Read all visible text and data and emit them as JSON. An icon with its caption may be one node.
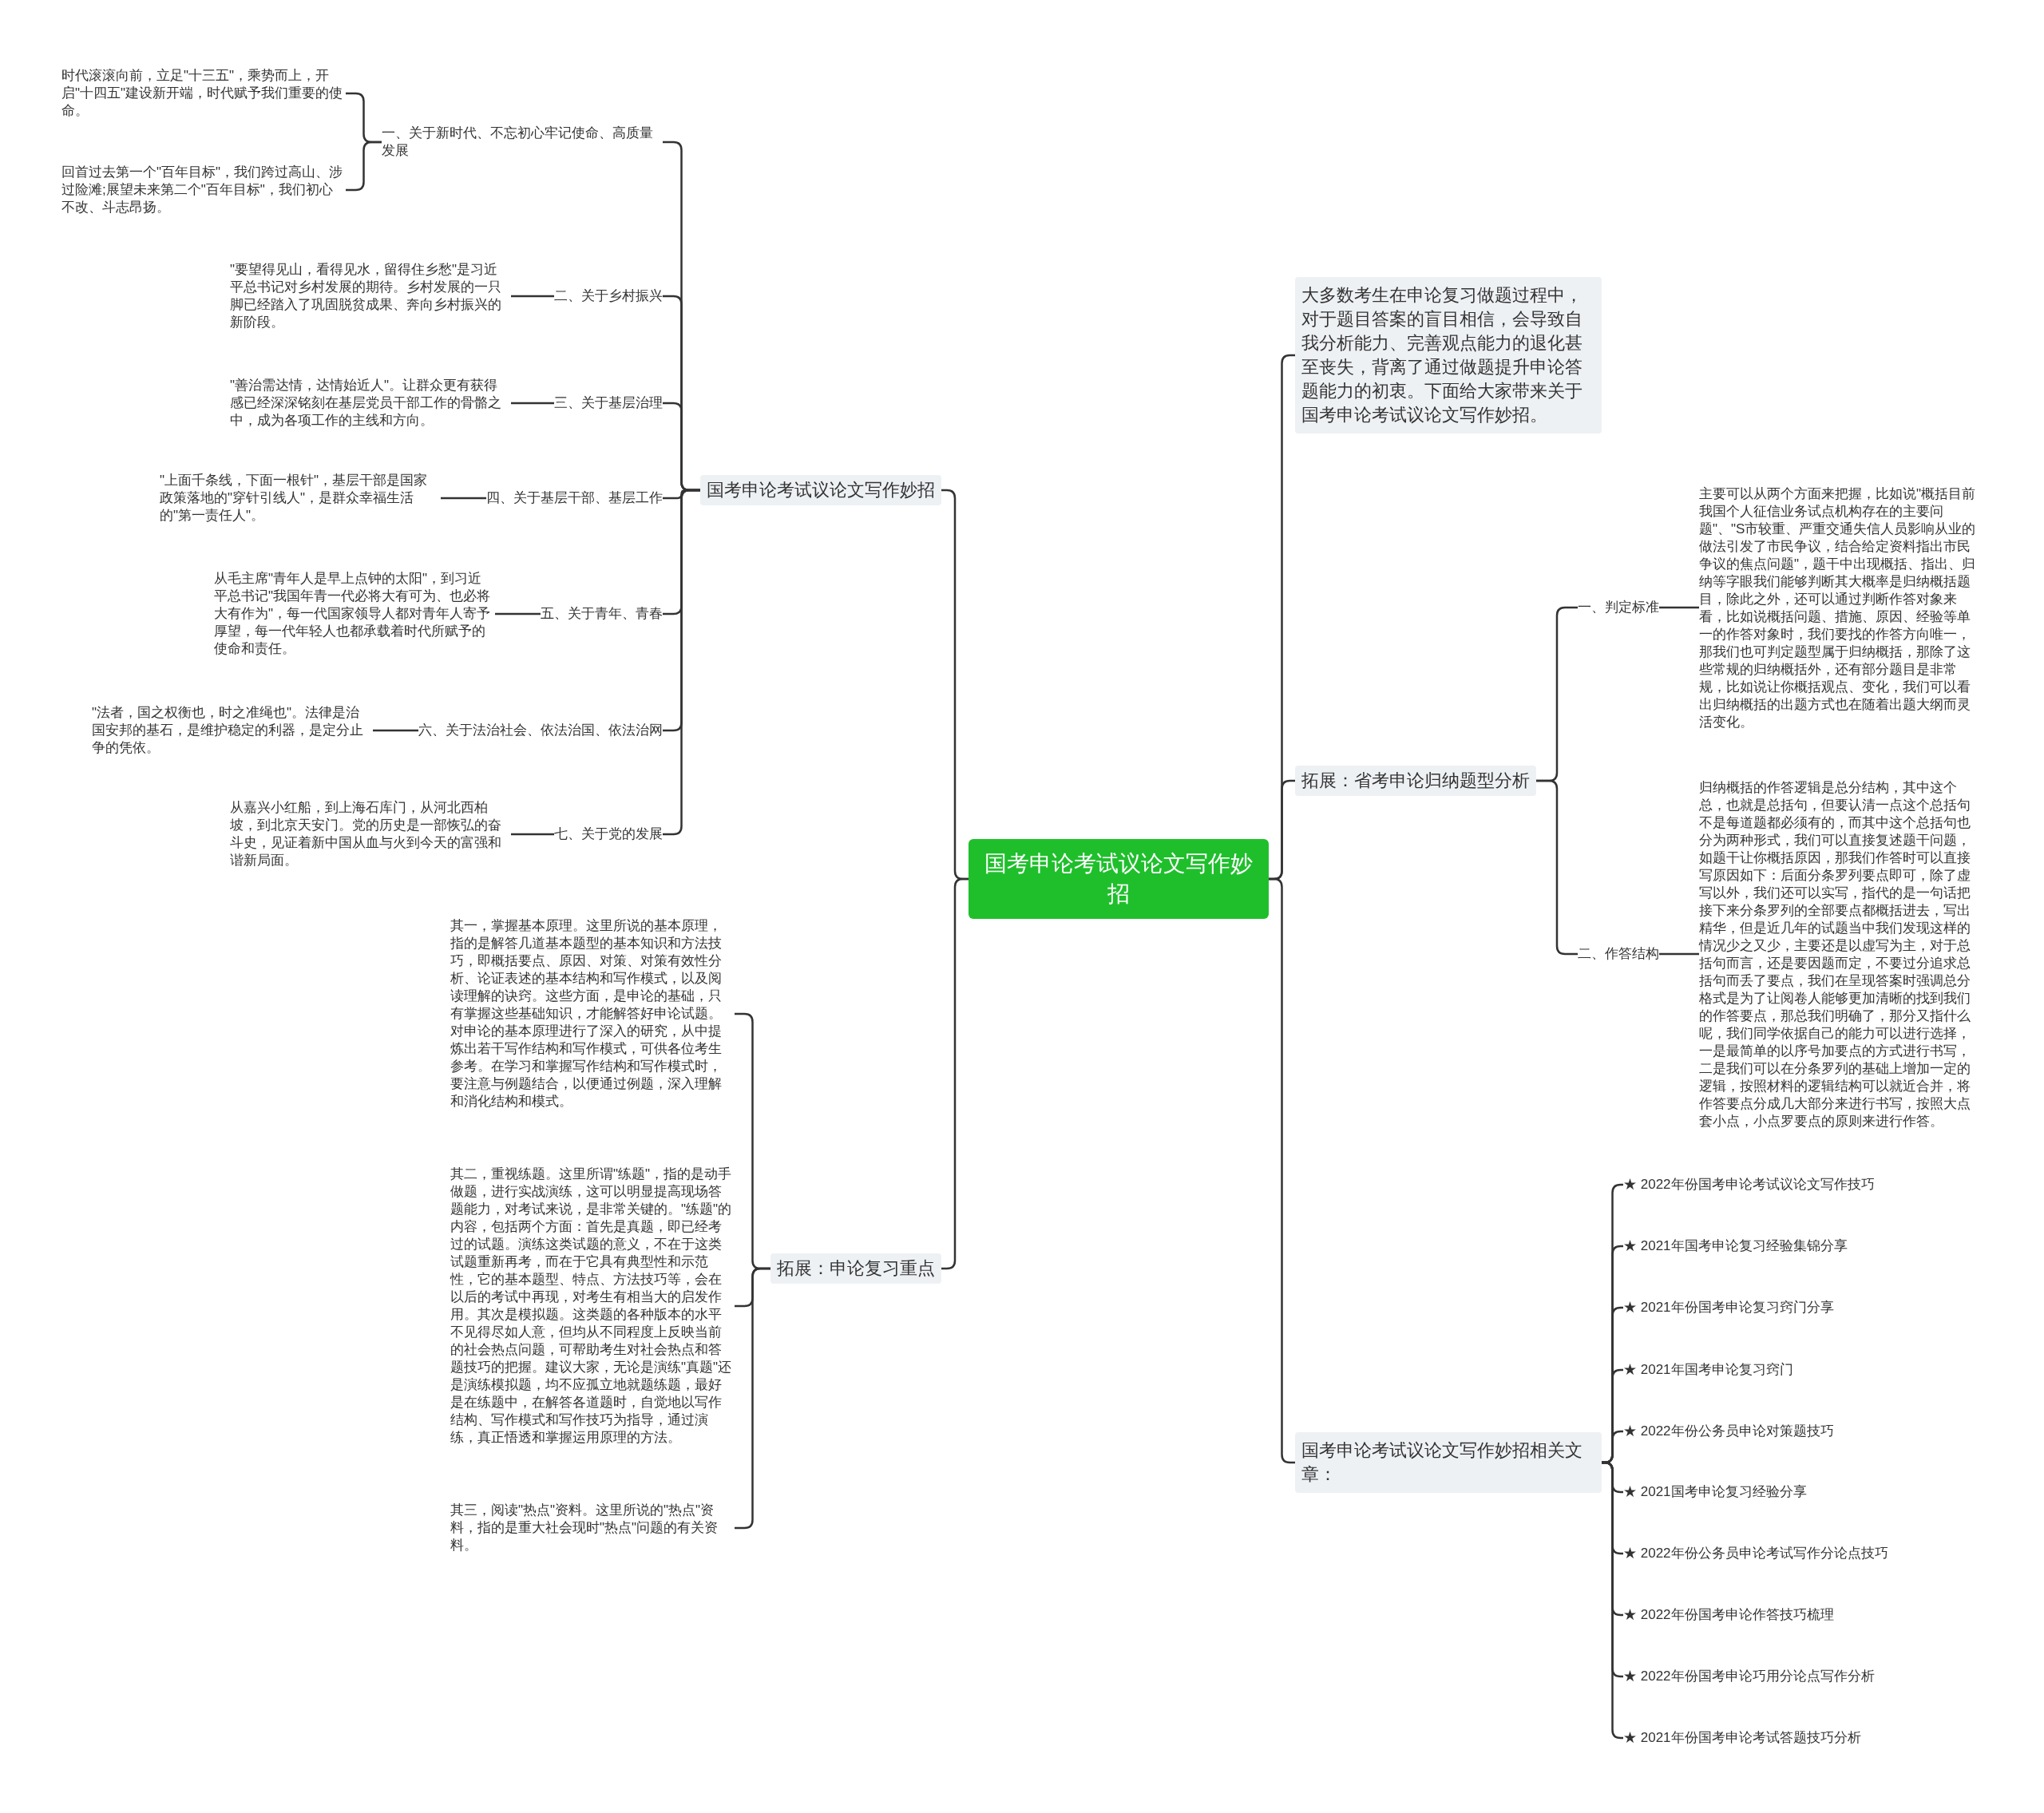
{
  "diagram": {
    "nodes": [
      {
        "text": [
          "国考申论考试议论文写作妙招"
        ]
      },
      {
        "text": [
          "国考申论考试议论文写作妙招"
        ]
      },
      {
        "text": [
          "一、关于新时代、不忘初心牢记使命、高质量发展"
        ]
      },
      {
        "text": [
          "时代滚滚向前，立足\"十三五\"，乘势而上，开启\"十四五\"建设新开端，时代赋予我们重要的使命。"
        ]
      },
      {
        "text": [
          "回首过去第一个\"百年目标\"，我们跨过高山、涉过险滩;展望未来第二个\"百年目标\"，我们初心不改、斗志昂扬。"
        ]
      },
      {
        "text": [
          "二、关于乡村振兴"
        ]
      },
      {
        "text": [
          "\"要望得见山，看得见水，留得住乡愁\"是习近平总书记对乡村发展的期待。乡村发展的一只脚已经踏入了巩固脱贫成果、奔向乡村振兴的新阶段。"
        ]
      },
      {
        "text": [
          "三、关于基层治理"
        ]
      },
      {
        "text": [
          "\"善治需达情，达情始近人\"。让群众更有获得感已经深深铭刻在基层党员干部工作的骨骼之中，成为各项工作的主线和方向。"
        ]
      },
      {
        "text": [
          "四、关于基层干部、基层工作"
        ]
      },
      {
        "text": [
          "\"上面千条线，下面一根针\"，基层干部是国家政策落地的\"穿针引线人\"，是群众幸福生活的\"第一责任人\"。"
        ]
      },
      {
        "text": [
          "五、关于青年、青春"
        ]
      },
      {
        "text": [
          "从毛主席\"青年人是早上点钟的太阳\"，到习近平总书记\"我国年青一代必将大有可为、也必将大有作为\"，每一代国家领导人都对青年人寄予厚望，每一代年轻人也都承载着时代所赋予的使命和责任。"
        ]
      },
      {
        "text": [
          "六、关于法治社会、依法治国、依法治网"
        ]
      },
      {
        "text": [
          "\"法者，国之权衡也，时之准绳也\"。法律是治国安邦的基石，是维护稳定的利器，是定分止争的凭依。"
        ]
      },
      {
        "text": [
          "七、关于党的发展"
        ]
      },
      {
        "text": [
          "从嘉兴小红船，到上海石库门，从河北西柏坡，到北京天安门。党的历史是一部恢弘的奋斗史，见证着新中国从血与火到今天的富强和谐新局面。"
        ]
      },
      {
        "text": [
          "拓展：申论复习重点"
        ]
      },
      {
        "text": [
          "其一，掌握基本原理。这里所说的基本原理，指的是解答几道基本题型的基本知识和方法技巧，即概括要点、原因、对策、对策有效性分析、论证表述的基本结构和写作模式，以及阅读理解的诀窍。这些方面，是申论的基础，只有掌握这些基础知识，才能解答好申论试题。对申论的基本原理进行了深入的研究，从中提炼出若干写作结构和写作模式，可供各位考生参考。在学习和掌握写作结构和写作模式时，要注意与例题结合，以便通过例题，深入理解和消化结构和模式。"
        ]
      },
      {
        "text": [
          "其二，重视练题。这里所谓\"练题\"，指的是动手做题，进行实战演练，这可以明显提高现场答题能力，对考试来说，是非常关键的。\"练题\"的内容，包括两个方面：首先是真题，即已经考过的试题。演练这类试题的意义，不在于这类试题重新再考，而在于它具有典型性和示范性，它的基本题型、特点、方法技巧等，会在以后的考试中再现，对考生有相当大的启发作用。其次是模拟题。这类题的各种版本的水平不见得尽如人意，但均从不同程度上反映当前的社会热点问题，可帮助考生对社会热点和答题技巧的把握。建议大家，无论是演练\"真题\"还是演练模拟题，均不应孤立地就题练题，最好是在练题中，在解答各道题时，自觉地以写作结构、写作模式和写作技巧为指导，通过演练，真正悟透和掌握运用原理的方法。"
        ]
      },
      {
        "text": [
          "其三，阅读\"热点\"资料。这里所说的\"热点\"资料，指的是重大社会现时\"热点\"问题的有关资料。"
        ]
      },
      {
        "text": [
          "大多数考生在申论复习做题过程中，对于题目答案的盲目相信，会导致自我分析能力、完善观点能力的退化甚至丧失，背离了通过做题提升申论答题能力的初衷。下面给大家带来关于国考申论考试议论文写作妙招。"
        ]
      },
      {
        "text": [
          "拓展：省考申论归纳题型分析"
        ]
      },
      {
        "text": [
          "一、判定标准"
        ]
      },
      {
        "text": [
          "主要可以从两个方面来把握，比如说\"概括目前我国个人征信业务试点机构存在的主要问题\"、\"S市较重、严重交通失信人员影响从业的做法引发了市民争议，结合给定资料指出市民争议的焦点问题\"，题干中出现概括、指出、归纳等字眼我们能够判断其大概率是归纳概括题目，除此之外，还可以通过判断作答对象来看，比如说概括问题、措施、原因、经验等单一的作答对象时，我们要找的作答方向唯一，那我们也可判定题型属于归纳概括，那除了这些常规的归纳概括外，还有部分题目是非常规，比如说让你概括观点、变化，我们可以看出归纳概括的出题方式也在随着出题大纲而灵活变化。"
        ]
      },
      {
        "text": [
          "二、作答结构"
        ]
      },
      {
        "text": [
          "归纳概括的作答逻辑是总分结构，其中这个总，也就是总括句，但要认清一点这个总括句不是每道题都必须有的，而其中这个总括句也分为两种形式，我们可以直接复述题干问题，如题干让你概括原因，那我们作答时可以直接写原因如下：后面分条罗列要点即可，除了虚写以外，我们还可以实写，指代的是一句话把接下来分条罗列的全部要点都概括进去，写出精华，但是近几年的试题当中我们发现这样的情况少之又少，主要还是以虚写为主，对于总括句而言，还是要因题而定，不要过分追求总括句而丢了要点，我们在呈现答案时强调总分格式是为了让阅卷人能够更加清晰的找到我们的作答要点，那总我们明确了，那分又指什么呢，我们同学依据自己的能力可以进行选择，一是最简单的以序号加要点的方式进行书写，二是我们可以在分条罗列的基础上增加一定的逻辑，按照材料的逻辑结构可以就近合并，将作答要点分成几大部分来进行书写，按照大点套小点，小点罗要点的原则来进行作答。"
        ]
      },
      {
        "text": [
          "国考申论考试议论文写作妙招相关文章："
        ]
      },
      {
        "text": [
          "★ 2022年份国考申论考试议论文写作技巧"
        ]
      },
      {
        "text": [
          "★ 2021年国考申论复习经验集锦分享"
        ]
      },
      {
        "text": [
          "★ 2021年份国考申论复习窍门分享"
        ]
      },
      {
        "text": [
          "★ 2021年国考申论复习窍门"
        ]
      },
      {
        "text": [
          "★ 2022年份公务员申论对策题技巧"
        ]
      },
      {
        "text": [
          "★ 2021国考申论复习经验分享"
        ]
      },
      {
        "text": [
          "★ 2022年份公务员申论考试写作分论点技巧"
        ]
      },
      {
        "text": [
          "★ 2022年份国考申论作答技巧梳理"
        ]
      },
      {
        "text": [
          "★ 2022年份国考申论巧用分论点写作分析"
        ]
      },
      {
        "text": [
          "★ 2021年份国考申论考试答题技巧分析"
        ]
      }
    ],
    "edges": [
      {
        "from": 0,
        "to": 1,
        "arrow": "none"
      },
      {
        "from": 1,
        "to": 2,
        "arrow": "none"
      },
      {
        "from": 2,
        "to": 3,
        "arrow": "none"
      },
      {
        "from": 2,
        "to": 4,
        "arrow": "none"
      },
      {
        "from": 1,
        "to": 5,
        "arrow": "none"
      },
      {
        "from": 5,
        "to": 6,
        "arrow": "none"
      },
      {
        "from": 1,
        "to": 7,
        "arrow": "none"
      },
      {
        "from": 7,
        "to": 8,
        "arrow": "none"
      },
      {
        "from": 1,
        "to": 9,
        "arrow": "none"
      },
      {
        "from": 9,
        "to": 10,
        "arrow": "none"
      },
      {
        "from": 1,
        "to": 11,
        "arrow": "none"
      },
      {
        "from": 11,
        "to": 12,
        "arrow": "none"
      },
      {
        "from": 1,
        "to": 13,
        "arrow": "none"
      },
      {
        "from": 13,
        "to": 14,
        "arrow": "none"
      },
      {
        "from": 1,
        "to": 15,
        "arrow": "none"
      },
      {
        "from": 15,
        "to": 16,
        "arrow": "none"
      },
      {
        "from": 0,
        "to": 17,
        "arrow": "none"
      },
      {
        "from": 17,
        "to": 18,
        "arrow": "none"
      },
      {
        "from": 17,
        "to": 19,
        "arrow": "none"
      },
      {
        "from": 17,
        "to": 20,
        "arrow": "none"
      },
      {
        "from": 0,
        "to": 21,
        "arrow": "none"
      },
      {
        "from": 0,
        "to": 22,
        "arrow": "none"
      },
      {
        "from": 22,
        "to": 23,
        "arrow": "none"
      },
      {
        "from": 23,
        "to": 24,
        "arrow": "none"
      },
      {
        "from": 22,
        "to": 25,
        "arrow": "none"
      },
      {
        "from": 25,
        "to": 26,
        "arrow": "none"
      },
      {
        "from": 0,
        "to": 27,
        "arrow": "none"
      },
      {
        "from": 27,
        "to": 28,
        "arrow": "none"
      },
      {
        "from": 27,
        "to": 29,
        "arrow": "none"
      },
      {
        "from": 27,
        "to": 30,
        "arrow": "none"
      },
      {
        "from": 27,
        "to": 31,
        "arrow": "none"
      },
      {
        "from": 27,
        "to": 32,
        "arrow": "none"
      },
      {
        "from": 27,
        "to": 33,
        "arrow": "none"
      },
      {
        "from": 27,
        "to": 34,
        "arrow": "none"
      },
      {
        "from": 27,
        "to": 35,
        "arrow": "none"
      },
      {
        "from": 27,
        "to": 36,
        "arrow": "none"
      },
      {
        "from": 27,
        "to": 37,
        "arrow": "none"
      }
    ]
  }
}
